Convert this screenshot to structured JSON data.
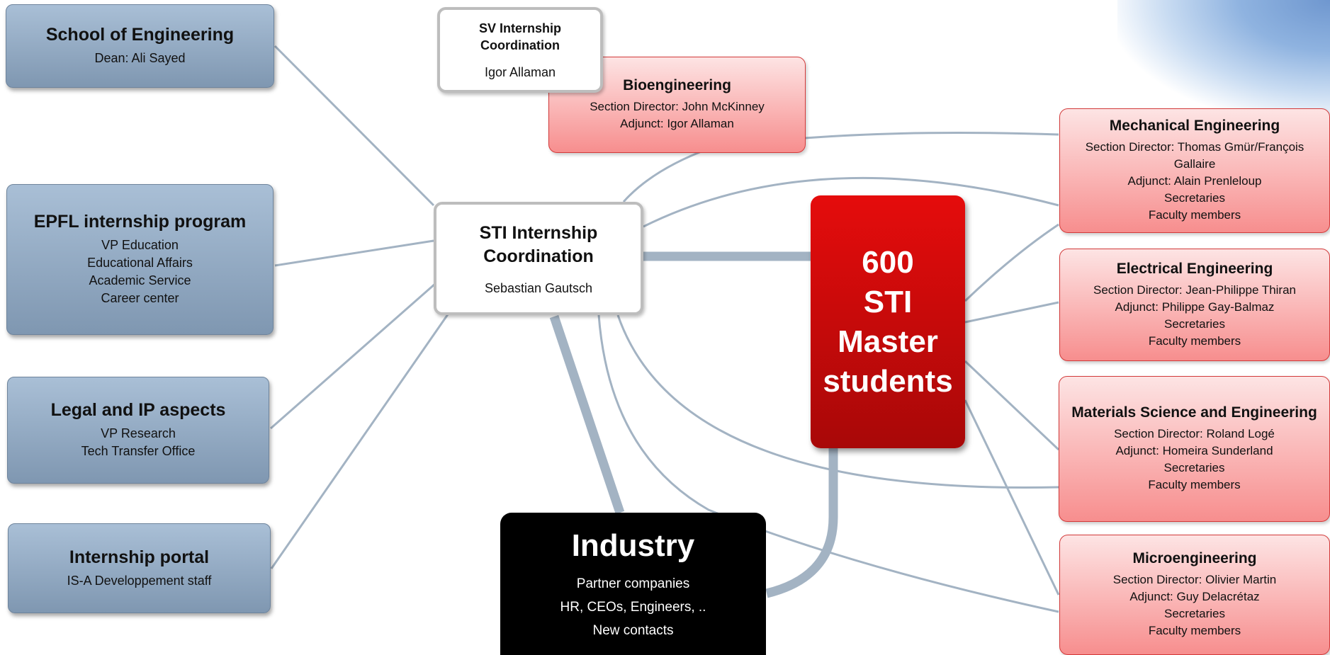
{
  "school": {
    "title": "School of Engineering",
    "lines": [
      "Dean: Ali Sayed"
    ]
  },
  "epfl": {
    "title": "EPFL internship program",
    "lines": [
      "VP Education",
      "Educational Affairs",
      "Academic Service",
      "Career center"
    ]
  },
  "legal": {
    "title": "Legal and IP aspects",
    "lines": [
      "VP Research",
      "Tech Transfer Office"
    ]
  },
  "portal": {
    "title": "Internship portal",
    "lines": [
      "IS-A Developpement staff"
    ]
  },
  "sv": {
    "title_1": "SV Internship",
    "title_2": "Coordination",
    "person": "Igor Allaman"
  },
  "sti": {
    "title_1": "STI Internship",
    "title_2": "Coordination",
    "person": "Sebastian Gautsch"
  },
  "bio": {
    "title": "Bioengineering",
    "lines": [
      "Section Director: John McKinney",
      "Adjunct: Igor Allaman"
    ]
  },
  "mech": {
    "title": "Mechanical Engineering",
    "lines": [
      "Section Director: Thomas Gmür/François",
      "Gallaire",
      "Adjunct: Alain Prenleloup",
      "Secretaries",
      "Faculty members"
    ]
  },
  "elec": {
    "title": "Electrical Engineering",
    "lines": [
      "Section Director: Jean-Philippe Thiran",
      "Adjunct: Philippe Gay-Balmaz",
      "Secretaries",
      "Faculty members"
    ]
  },
  "mat": {
    "title": "Materials Science and Engineering",
    "lines": [
      "Section Director: Roland Logé",
      "Adjunct: Homeira Sunderland",
      "Secretaries",
      "Faculty members"
    ]
  },
  "micro": {
    "title": "Microengineering",
    "lines": [
      "Section Director: Olivier Martin",
      "Adjunct: Guy Delacrétaz",
      "Secretaries",
      "Faculty members"
    ]
  },
  "students": {
    "lines": [
      "600",
      "STI",
      "Master",
      "students"
    ]
  },
  "industry": {
    "title": "Industry",
    "lines": [
      "Partner companies",
      "HR, CEOs, Engineers, ..",
      "New contacts"
    ]
  },
  "colors": {
    "blue_box": "#8fa6bf",
    "pink_box": "#fbb8b8",
    "pink_border": "#d33a3a",
    "red_box": "#d40b0b",
    "connector": "#a3b3c3",
    "industry_box": "#000000"
  }
}
